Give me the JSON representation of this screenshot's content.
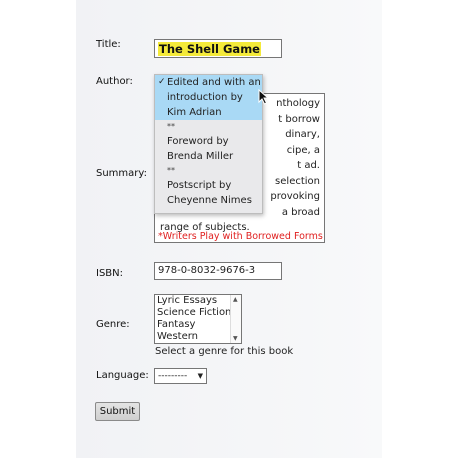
{
  "form": {
    "title_label": "Title:",
    "title_value": "The Shell Game",
    "author_label": "Author:",
    "summary_label": "Summary:",
    "summary_lines": [
      "nthology",
      "t borrow",
      "dinary,",
      "cipe, a",
      "t ad.",
      "selection",
      "provoking",
      "a broad",
      "range of subjects."
    ],
    "summary_note": "*Writers Play with Borrowed Forms",
    "isbn_label": "ISBN:",
    "isbn_value": "978-0-8032-9676-3",
    "genre_label": "Genre:",
    "genre_options": [
      "Lyric Essays",
      "Science Fiction",
      "Fantasy",
      "Western"
    ],
    "genre_help": "Select a genre for this book",
    "language_label": "Language:",
    "language_value": "---------",
    "submit_label": "Submit"
  },
  "author_dropdown": {
    "check": "✓",
    "items": [
      {
        "lines": [
          "Edited and with an",
          "introduction by",
          "Kim Adrian"
        ],
        "selected": true
      },
      {
        "separator": "**"
      },
      {
        "lines": [
          "Foreword by",
          "Brenda Miller"
        ],
        "selected": false
      },
      {
        "separator": "**"
      },
      {
        "lines": [
          "Postscript by",
          "Cheyenne Nimes"
        ],
        "selected": false
      }
    ]
  },
  "icons": {
    "scroll_up": "▲",
    "scroll_down": "▼",
    "select_arrow": "▼",
    "cursor": "arrow-cursor-icon"
  },
  "colors": {
    "highlight": "#f4ea3a",
    "selection": "#a9d9f5",
    "note_red": "#e02020"
  }
}
